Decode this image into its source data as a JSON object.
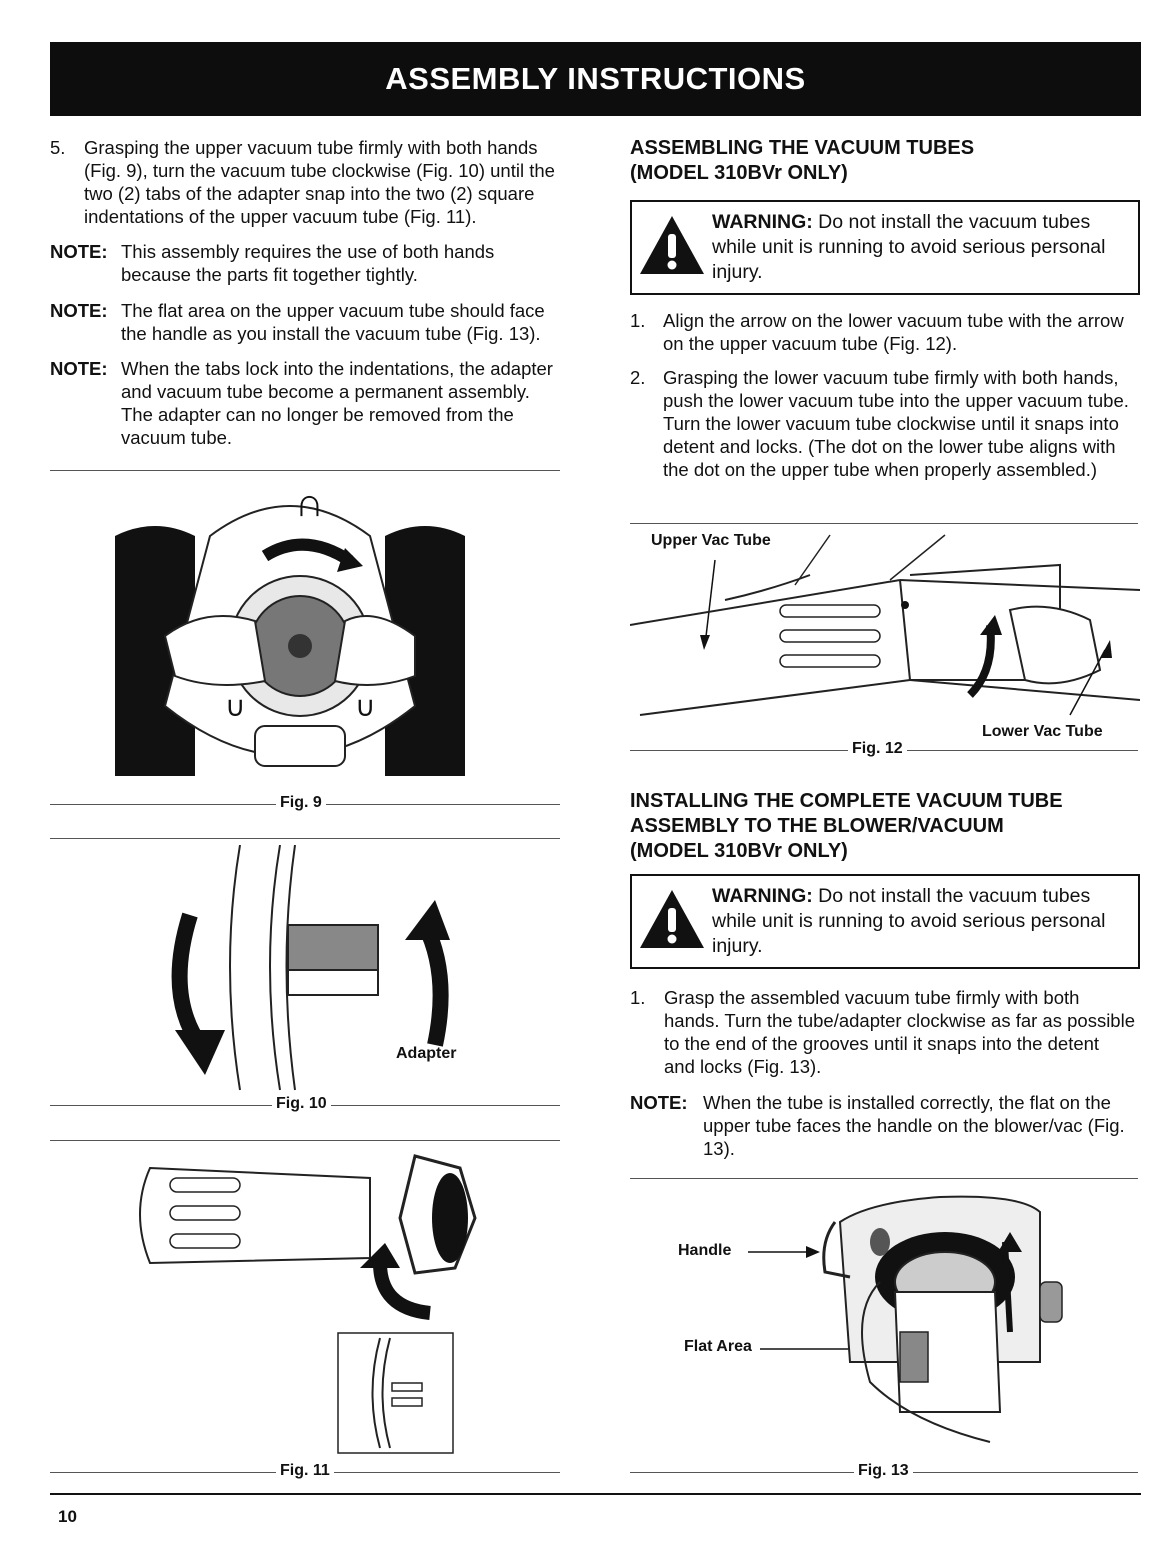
{
  "header": {
    "title": "ASSEMBLY INSTRUCTIONS"
  },
  "left": {
    "step5": {
      "number": "5.",
      "text": "Grasping the upper vacuum tube firmly with both hands (Fig. 9), turn the vacuum tube clockwise (Fig. 10) until the two (2) tabs of the adapter snap into the two (2) square indentations of the upper vacuum tube (Fig. 11)."
    },
    "notes": [
      {
        "label": "NOTE:",
        "text": "This assembly requires the use of both hands because the parts fit together tightly."
      },
      {
        "label": "NOTE:",
        "text": "The flat area on the upper vacuum tube should face the handle as you install the vacuum tube (Fig. 13)."
      },
      {
        "label": "NOTE:",
        "text": "When the tabs lock into the indentations, the adapter and vacuum tube become a permanent assembly. The adapter can no longer be removed from the vacuum tube."
      }
    ],
    "fig9": {
      "caption": "Fig. 9"
    },
    "fig10": {
      "caption": "Fig. 10",
      "label_adapter": "Adapter"
    },
    "fig11": {
      "caption": "Fig. 11"
    }
  },
  "right": {
    "section1": {
      "heading_line1": "ASSEMBLING THE VACUUM TUBES",
      "heading_line2": "(MODEL 310BVr ONLY)",
      "warning_label": "WARNING:",
      "warning_text": "Do not install the vacuum tubes while unit is running to avoid serious personal injury.",
      "steps": [
        {
          "number": "1.",
          "text": "Align the arrow on the lower vacuum tube with the arrow on the upper vacuum tube (Fig. 12)."
        },
        {
          "number": "2.",
          "text": "Grasping the lower vacuum tube firmly with both hands, push the lower vacuum tube into the upper vacuum tube. Turn the lower vacuum tube clockwise until it snaps into detent and locks. (The dot on the lower tube aligns with the dot on the upper tube when properly assembled.)"
        }
      ]
    },
    "fig12": {
      "caption": "Fig. 12",
      "label_upper": "Upper Vac Tube",
      "label_lower": "Lower Vac Tube"
    },
    "section2": {
      "heading_line1": "INSTALLING THE COMPLETE VACUUM TUBE",
      "heading_line2": "ASSEMBLY TO THE BLOWER/VACUUM",
      "heading_line3": "(MODEL 310BVr ONLY)",
      "warning_label": "WARNING:",
      "warning_text": "Do not install the vacuum tubes while unit is running to avoid serious personal injury.",
      "step": {
        "number": "1.",
        "text": "Grasp the assembled vacuum tube firmly with both hands. Turn the tube/adapter clockwise as far as possible to the end of the grooves until it snaps into the detent and locks (Fig. 13)."
      },
      "note": {
        "label": "NOTE:",
        "text": "When the tube is installed correctly, the flat on the upper tube faces the handle on the blower/vac (Fig. 13)."
      }
    },
    "fig13": {
      "caption": "Fig. 13",
      "label_handle": "Handle",
      "label_flat": "Flat Area"
    }
  },
  "footer": {
    "page_number": "10"
  }
}
